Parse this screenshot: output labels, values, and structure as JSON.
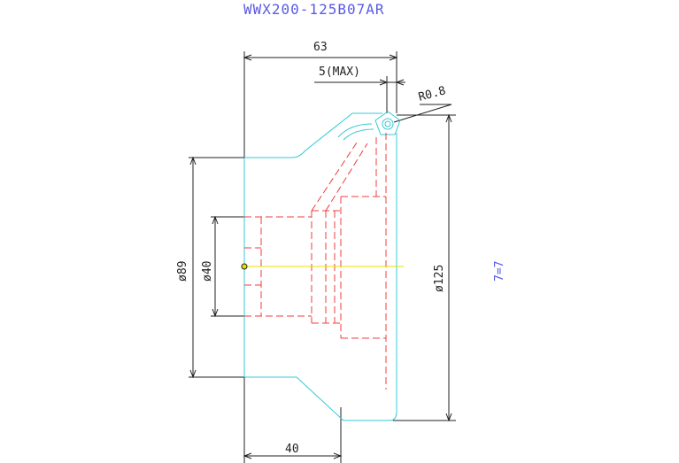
{
  "drawing": {
    "title": "WWX200-125B07AR",
    "note": "7=7",
    "dimensions": {
      "overall_length": "63",
      "max_depth": "5(MAX)",
      "corner_radius": "R0.8",
      "diameter_outer": "ø125",
      "diameter_shank": "ø89",
      "diameter_bore": "ø40",
      "body_length": "40"
    },
    "colors": {
      "title": "#5a5ae6",
      "body_outline": "#36c8d8",
      "hidden_lines": "#f03c3c",
      "dimension_lines": "#222222",
      "insert": "#36c8d8",
      "center_line": "#e8e000"
    }
  }
}
